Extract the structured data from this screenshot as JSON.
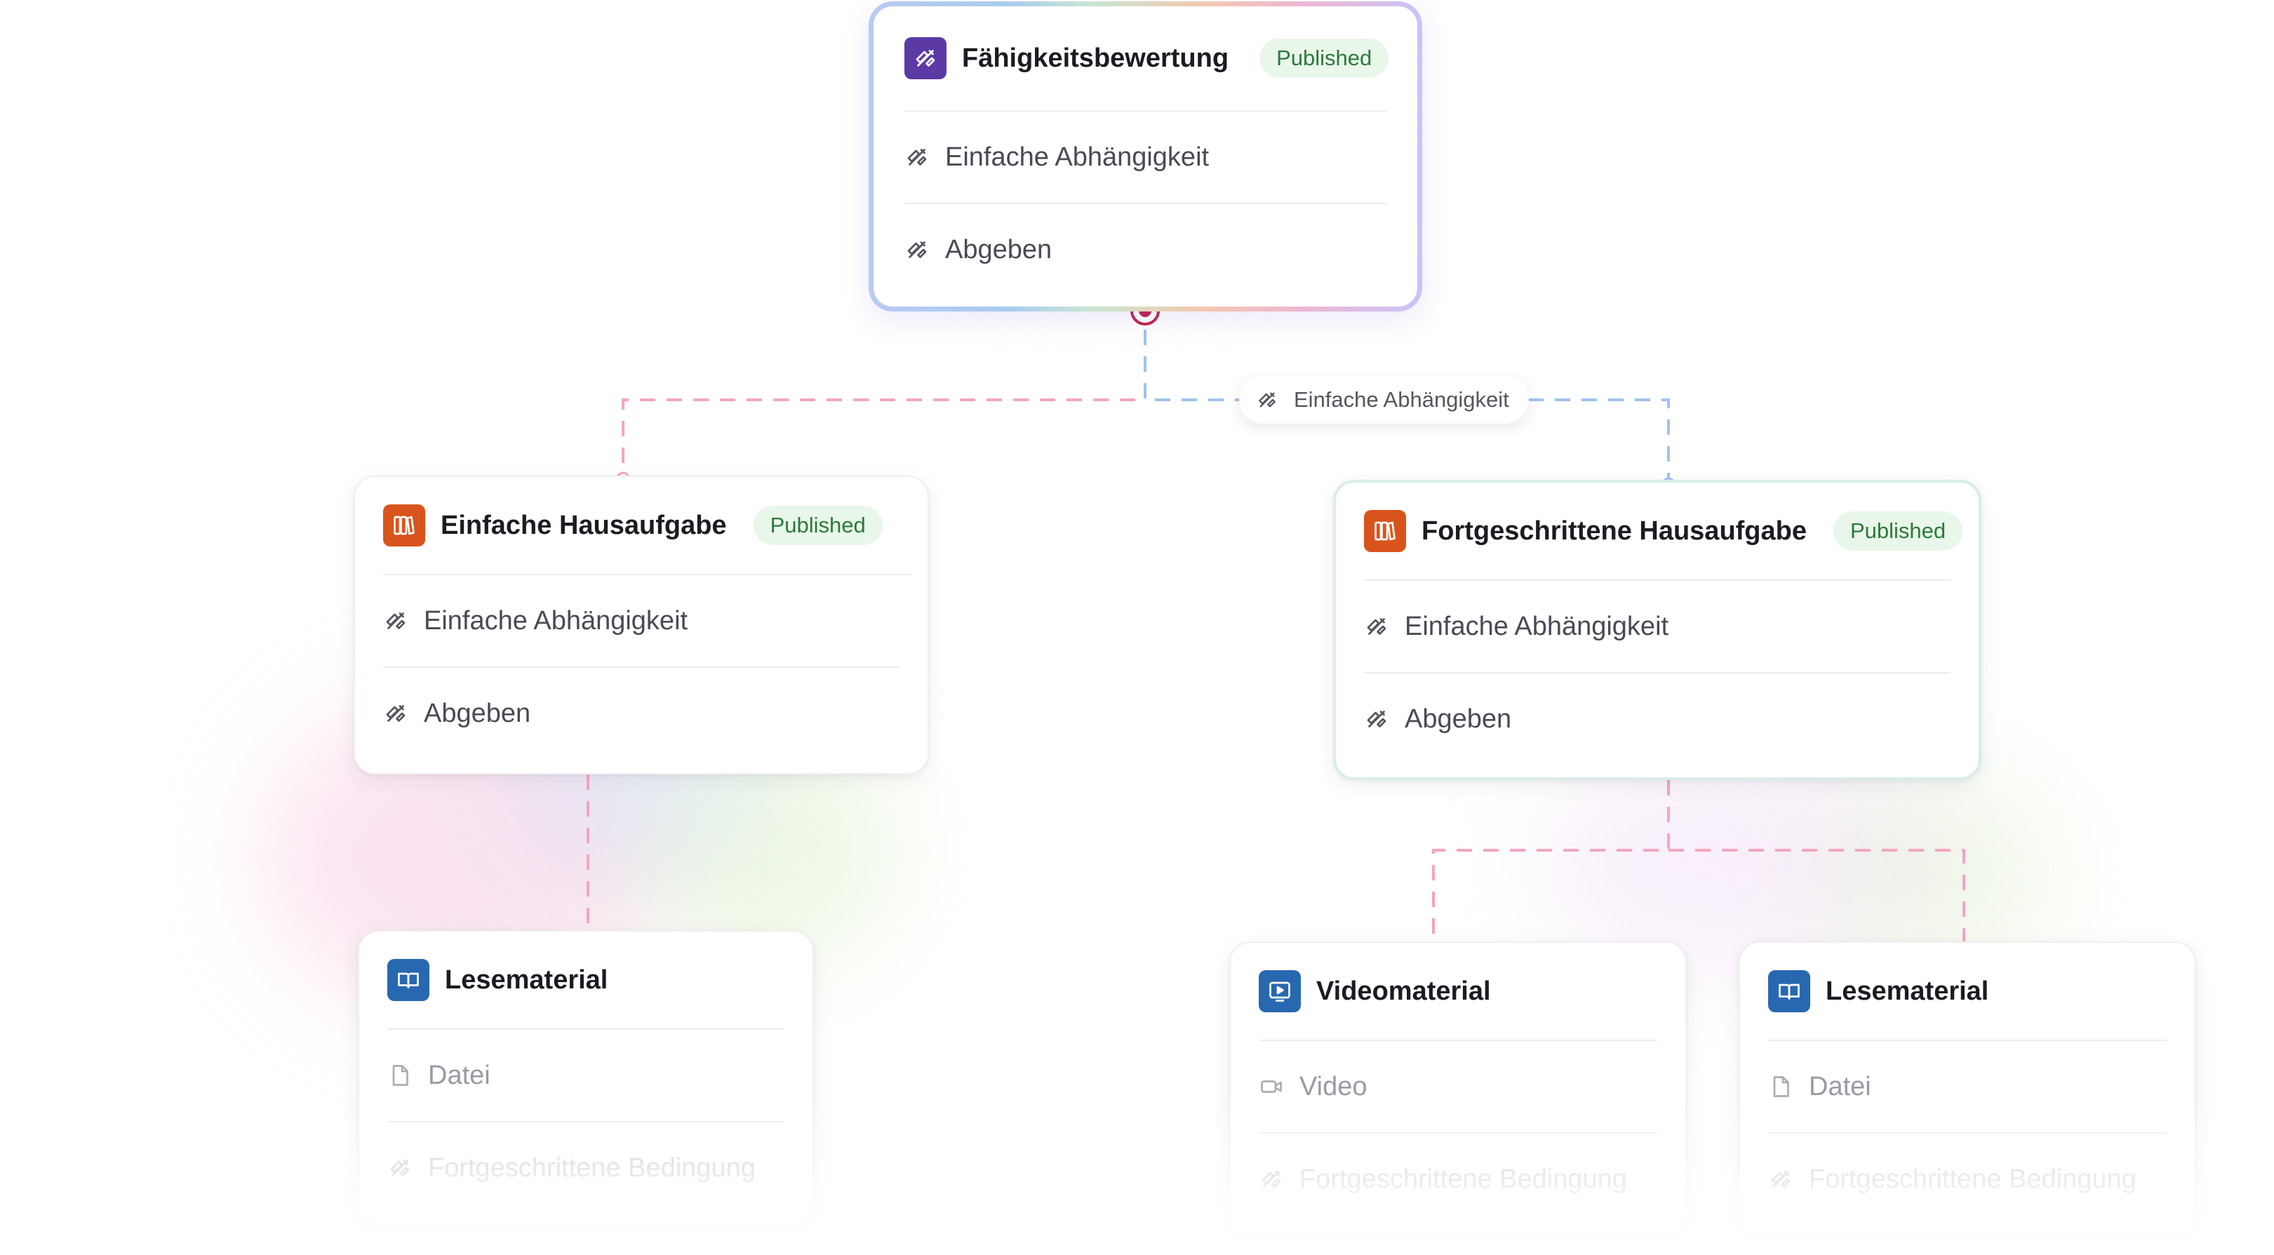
{
  "colors": {
    "assessment": "#5b3aa6",
    "homework": "#d9541c",
    "material": "#2868b0",
    "published_bg": "#e9f6ea",
    "published_text": "#2c7a39",
    "edge_pink": "#f3a6bf",
    "edge_blue": "#9fc3ec",
    "handle": "#c0224b"
  },
  "root": {
    "icon": "skill-assessment-icon",
    "title": "Fähigkeitsbewertung",
    "status": "Published",
    "rows": [
      {
        "icon": "dependency-icon",
        "label": "Einfache Abhängigkeit"
      },
      {
        "icon": "dependency-icon",
        "label": "Abgeben"
      }
    ]
  },
  "edge_label": {
    "icon": "dependency-icon",
    "label": "Einfache Abhängigkeit"
  },
  "homework_basic": {
    "icon": "homework-book-icon",
    "title": "Einfache Hausaufgabe",
    "status": "Published",
    "rows": [
      {
        "icon": "dependency-icon",
        "label": "Einfache Abhängigkeit"
      },
      {
        "icon": "dependency-icon",
        "label": "Abgeben"
      }
    ]
  },
  "homework_advanced": {
    "icon": "homework-book-icon",
    "title": "Fortgeschrittene Hausaufgabe",
    "status": "Published",
    "rows": [
      {
        "icon": "dependency-icon",
        "label": "Einfache Abhängigkeit"
      },
      {
        "icon": "dependency-icon",
        "label": "Abgeben"
      }
    ]
  },
  "reading_left": {
    "icon": "reading-material-icon",
    "title": "Lesematerial",
    "rows": [
      {
        "icon": "file-icon",
        "label": "Datei"
      },
      {
        "icon": "dependency-icon",
        "label": "Fortgeschrittene Bedingung"
      }
    ]
  },
  "video": {
    "icon": "video-material-icon",
    "title": "Videomaterial",
    "rows": [
      {
        "icon": "video-camera-icon",
        "label": "Video"
      },
      {
        "icon": "dependency-icon",
        "label": "Fortgeschrittene Bedingung"
      }
    ]
  },
  "reading_right": {
    "icon": "reading-material-icon",
    "title": "Lesematerial",
    "rows": [
      {
        "icon": "file-icon",
        "label": "Datei"
      },
      {
        "icon": "dependency-icon",
        "label": "Fortgeschrittene Bedingung"
      }
    ]
  }
}
